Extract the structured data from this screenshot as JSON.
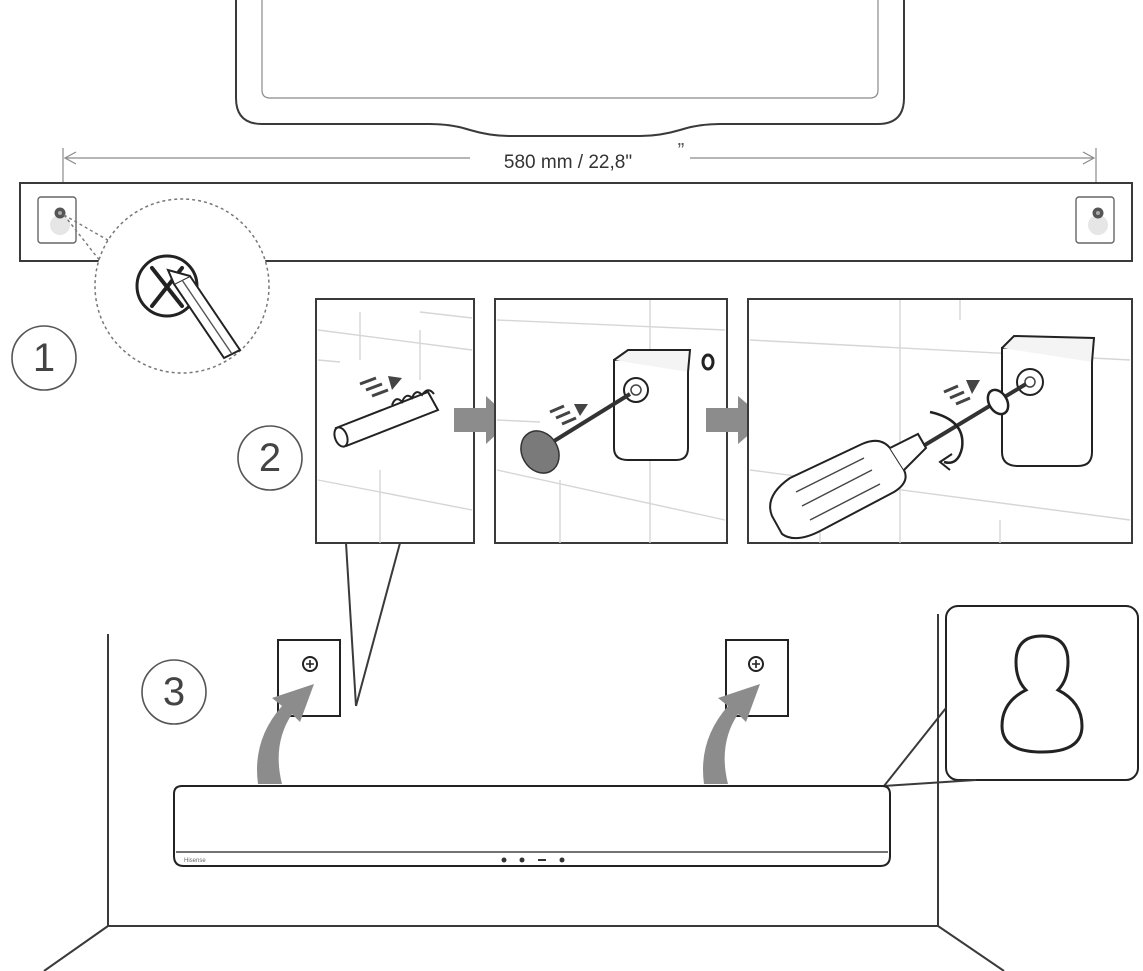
{
  "measurement": {
    "label": "580 mm / 22,8\"",
    "extra_mark": "”"
  },
  "steps": [
    {
      "number": "1"
    },
    {
      "number": "2"
    },
    {
      "number": "3"
    }
  ],
  "soundbar": {
    "brand_text": "Hisense"
  },
  "colors": {
    "line": "#3a3a3a",
    "arrow_gray": "#8c8c8c",
    "wall_tile": "#d6d6d6"
  },
  "icons": [
    "pencil-icon",
    "x-mark-icon",
    "wall-plug-icon",
    "screw-icon",
    "bracket-icon",
    "screwdriver-icon",
    "keyhole-icon",
    "plus-screw-icon",
    "curved-arrow-icon",
    "right-arrow-icon"
  ]
}
